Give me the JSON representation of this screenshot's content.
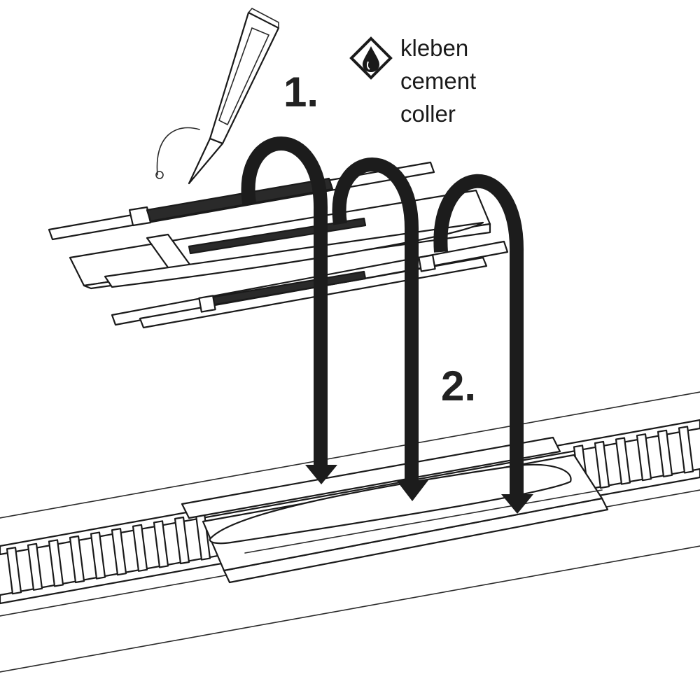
{
  "steps": {
    "step1": "1.",
    "step2": "2."
  },
  "glue_legend": {
    "icon": "glue-drop-diamond-icon",
    "lines": [
      "kleben",
      "cement",
      "coller"
    ]
  },
  "colors": {
    "ink": "#1a1a1a",
    "paper": "#ffffff"
  }
}
